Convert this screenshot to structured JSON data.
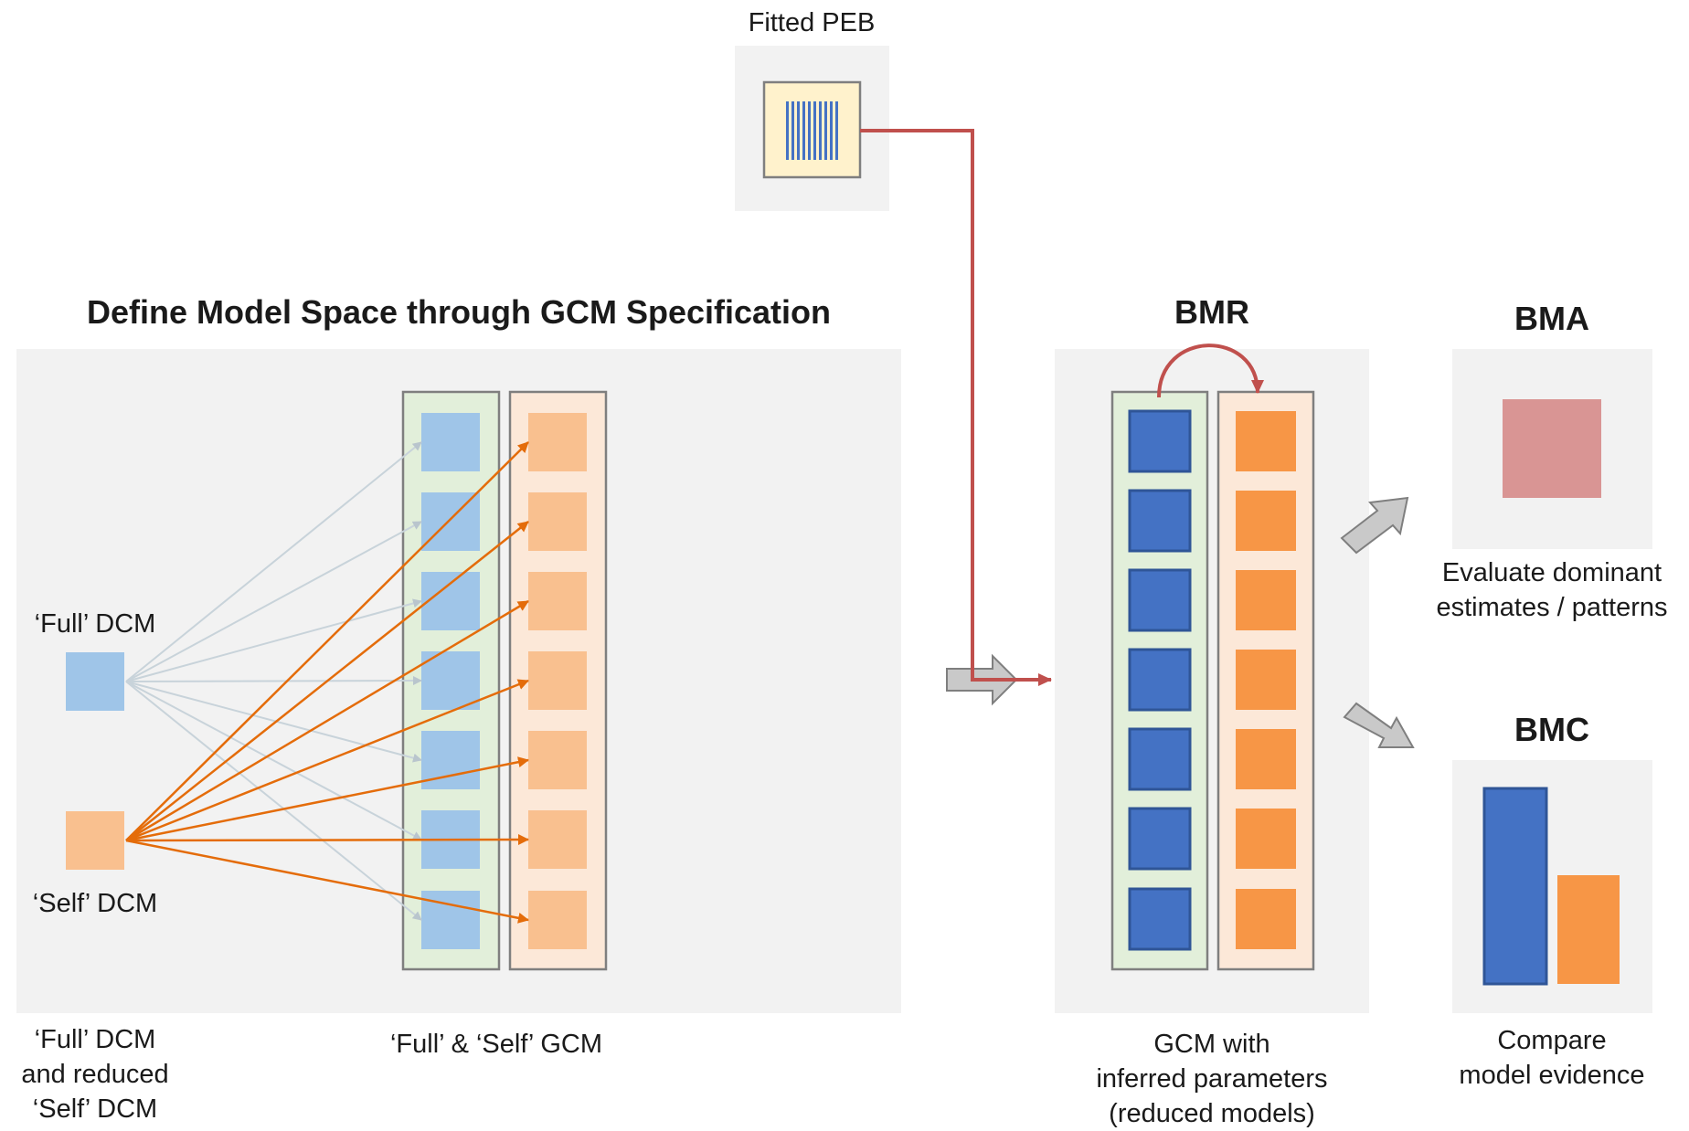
{
  "peb": {
    "label": "Fitted PEB"
  },
  "define": {
    "title": "Define Model Space through GCM Specification",
    "full_dcm_label": "‘Full’ DCM",
    "self_dcm_label": "‘Self’ DCM",
    "caption_left": "‘Full’ DCM\nand reduced\n‘Self’ DCM",
    "caption_gcm": "‘Full’ & ‘Self’ GCM"
  },
  "bmr": {
    "title": "BMR",
    "caption": "GCM with\ninferred parameters\n(reduced models)"
  },
  "bma": {
    "title": "BMA",
    "caption": "Evaluate dominant\nestimates / patterns"
  },
  "bmc": {
    "title": "BMC",
    "caption": "Compare\nmodel evidence"
  },
  "colors": {
    "panel": "#f2f2f2",
    "light_blue": "#9fc5e8",
    "light_orange": "#f9c08f",
    "dark_blue": "#4472c4",
    "dark_orange": "#f79646",
    "green_column": "#e2efda",
    "peach_column": "#fce8d8",
    "red_arrow": "#c0504d",
    "orange_arrow": "#e46c0a",
    "grey_arrow": "#c8d3da",
    "bma_box": "#d99594",
    "peb_fill": "#fff2cc"
  }
}
